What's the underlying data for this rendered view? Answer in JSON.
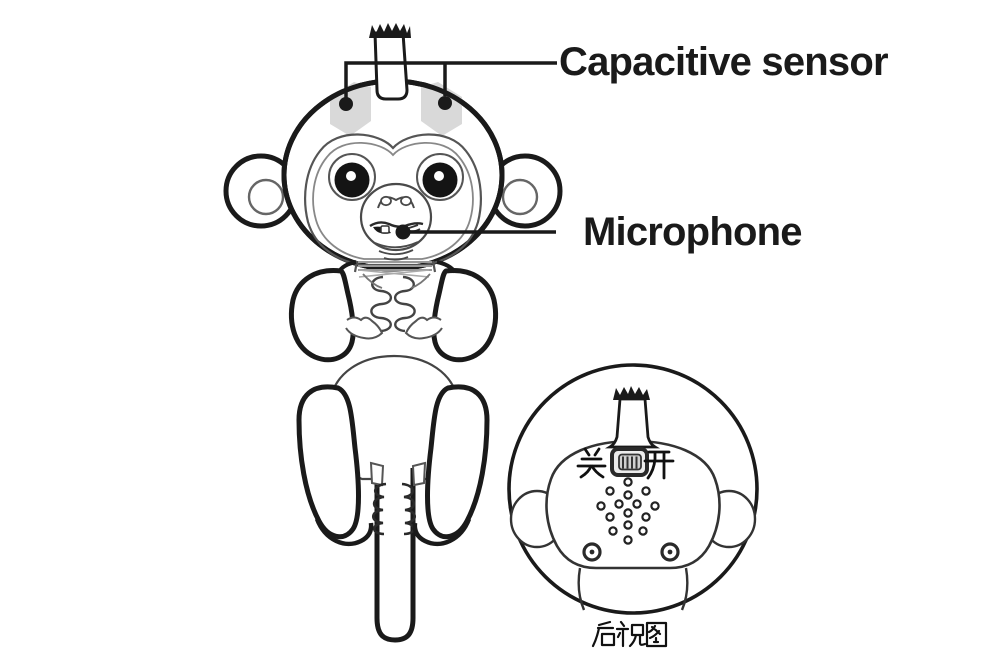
{
  "labels": {
    "capacitive_sensor": "Capacitive sensor",
    "microphone": "Microphone"
  },
  "inset": {
    "switch_off": "关",
    "switch_on": "开",
    "caption": "后视图"
  },
  "parts": {
    "sensor_dots": 2,
    "microphone_dot": 1,
    "speaker_holes": 15,
    "screws": 2
  },
  "colors": {
    "line": "#1a1a1a",
    "thin_line": "#555555",
    "sensor_patch": "#d9d9d9",
    "background": "#ffffff"
  }
}
